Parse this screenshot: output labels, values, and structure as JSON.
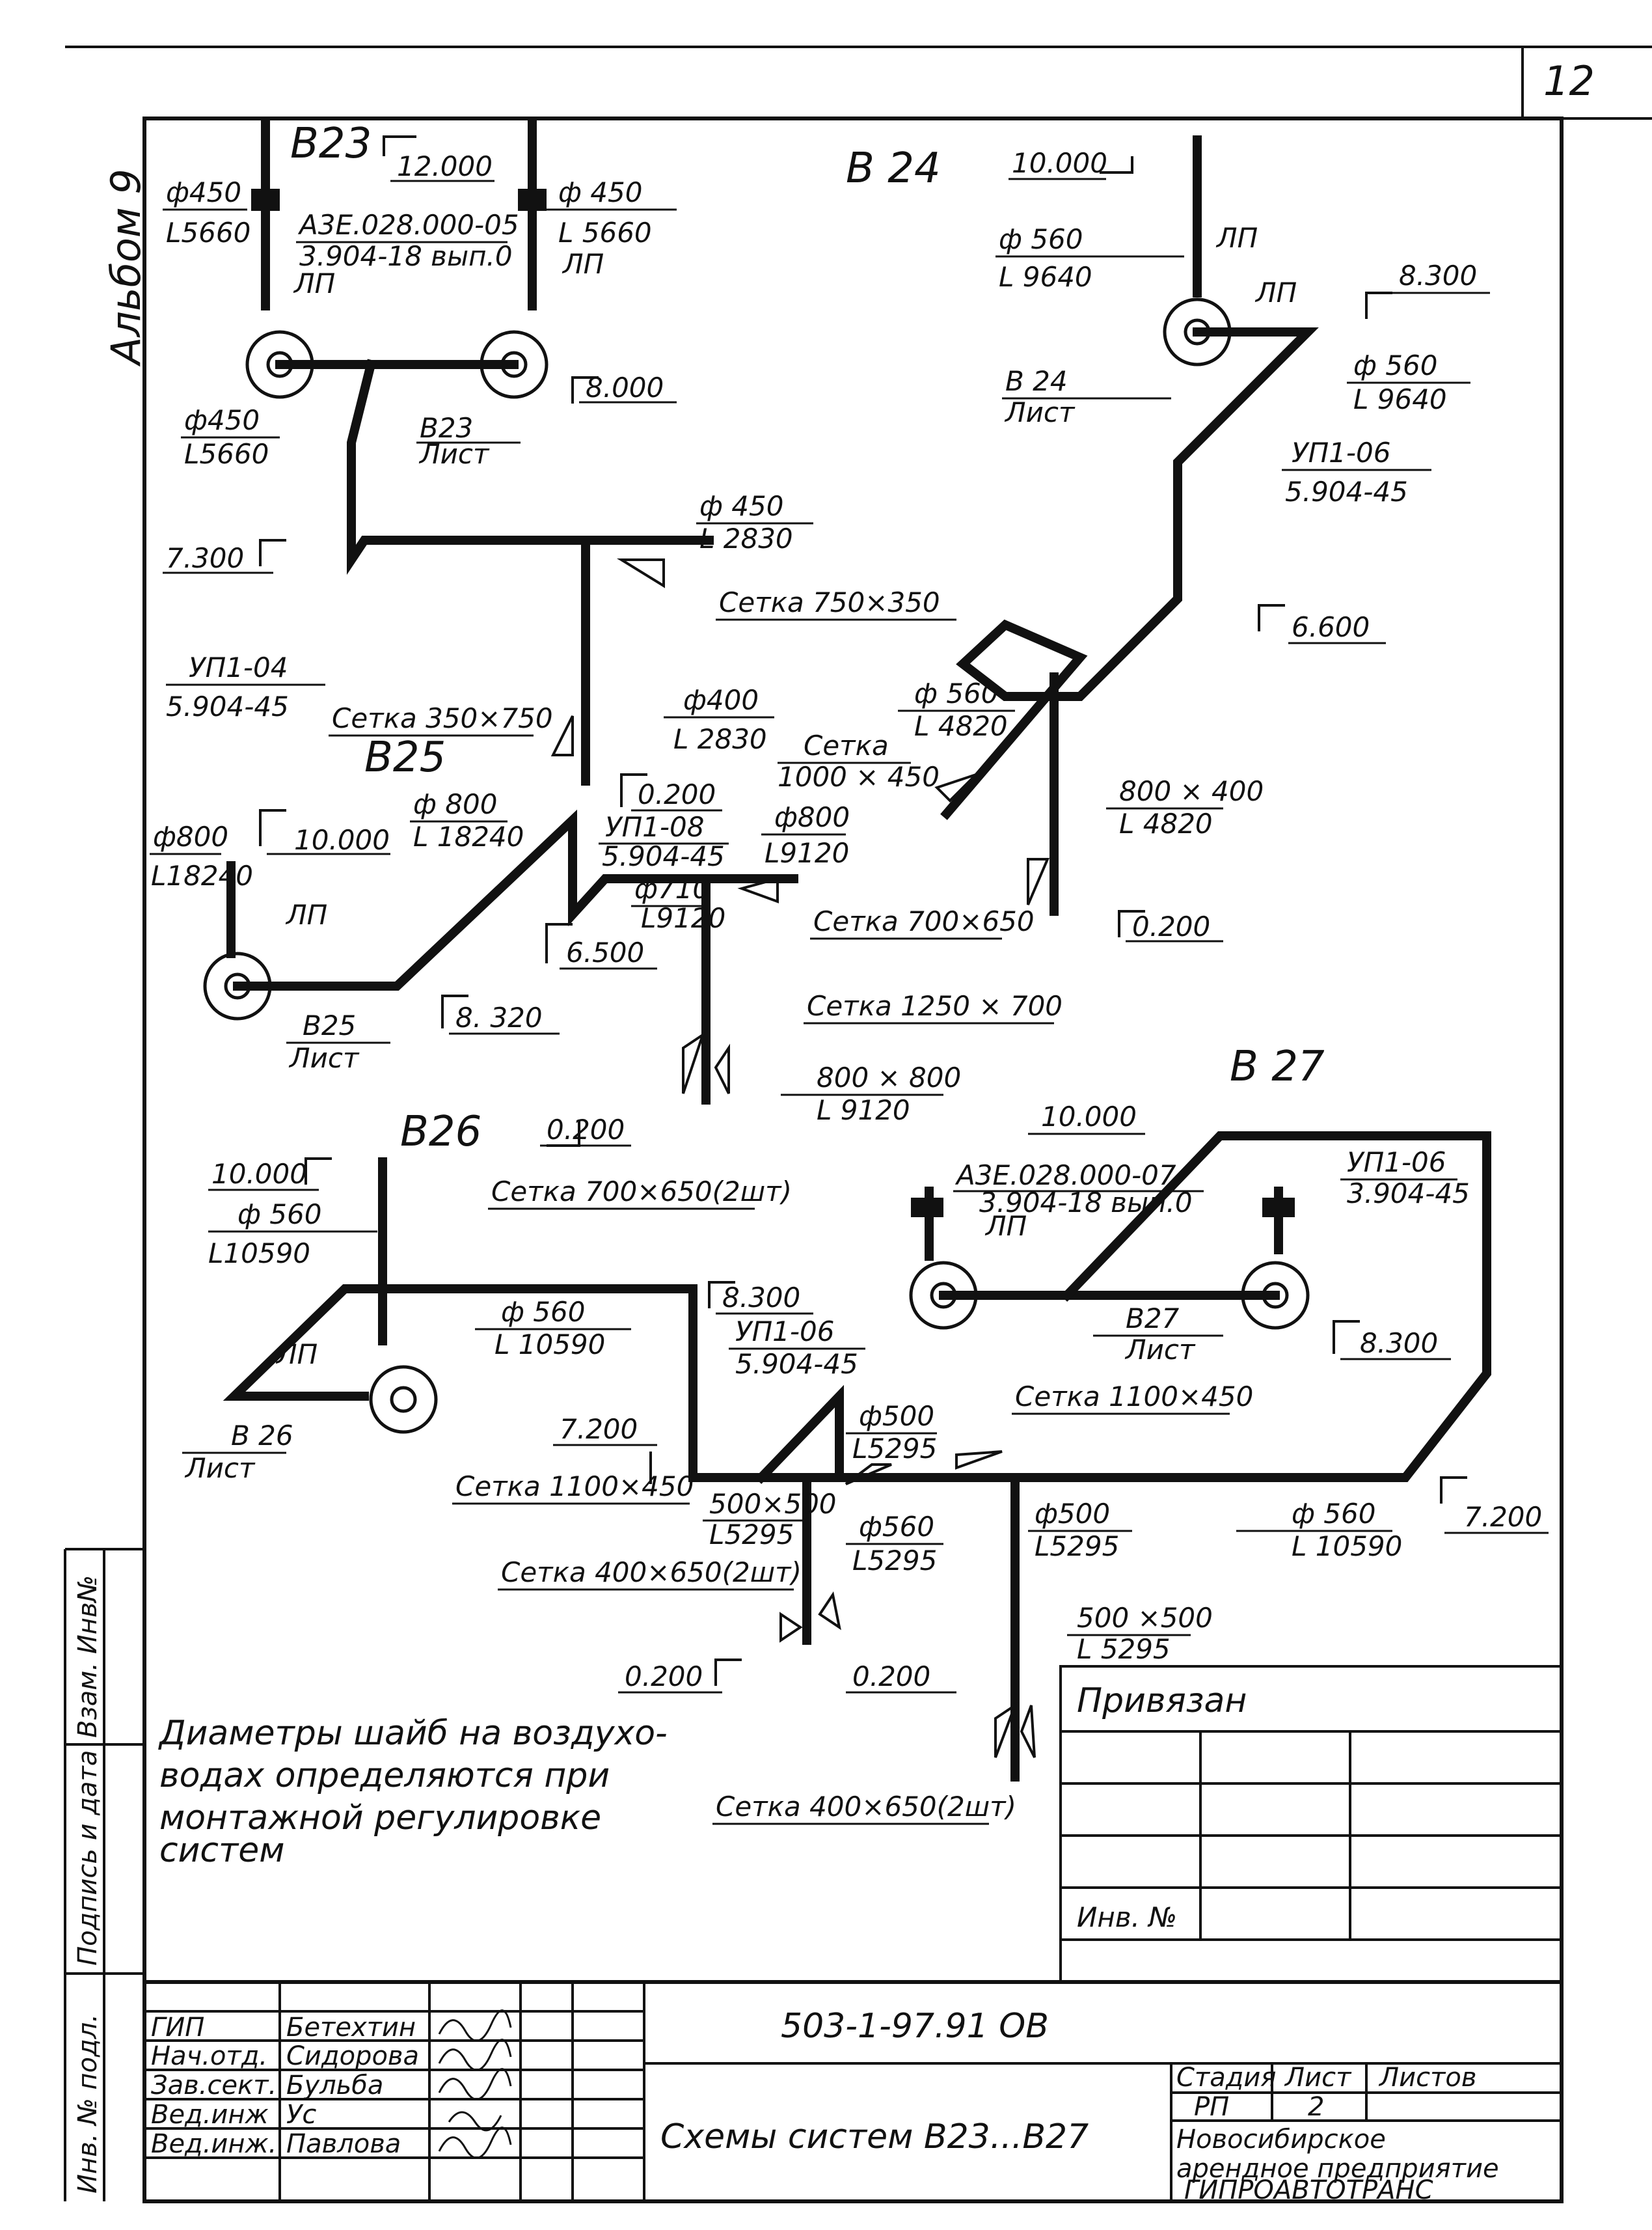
{
  "sheet": {
    "page_number": "12",
    "album": "Альбом 9",
    "side_labels": [
      "Взам. Инв№",
      "Подпись и дата",
      "Инв. № подл."
    ]
  },
  "systems": {
    "b23": "В23",
    "b24": "В 24",
    "b25": "В25",
    "b26": "В26",
    "b27": "В 27"
  },
  "labels": {
    "elev_12000": "12.000",
    "b23_phi_left": "ф450",
    "b23_L_left": "L5660",
    "b23_a3e": "А3Е.028.000-05",
    "b23_a3e_2": "3.904-18 вып.0",
    "b23_phi_right": "ф 450",
    "b23_L_right": "L 5660",
    "lp": "ЛП",
    "elev_8000": "8.000",
    "b23_sheet": "В23",
    "b23_sheet2": "Лист",
    "b23_phi_low": "ф450",
    "b23_L_low": "L5660",
    "elev_7300": "7.300",
    "upl_04": "УП1-04",
    "upl_04_2": "5.904-45",
    "setka_350": "Сетка 350×750",
    "phi_450_mid": "ф 450",
    "L_2830_mid": "L 2830",
    "setka_750": "Сетка 750×350",
    "phi_400": "ф400",
    "L_2830_b": "L 2830",
    "b24_elev_10000": "10.000",
    "b24_phi": "ф 560",
    "b24_L": "L 9640",
    "b24_elev_8300": "8.300",
    "b24_phi2": "ф 560",
    "b24_L2": "L 9640",
    "b24_sheet": "В 24",
    "b24_sheet2": "Лист",
    "upl_06_a": "УП1-06",
    "upl_06_a2": "5.904-45",
    "elev_6600": "6.600",
    "b24_phi3": "ф 560",
    "b24_L3": "L 4820",
    "setka_1000": "Сетка",
    "setka_1000_2": "1000 × 450",
    "b24_800_400": "800 × 400",
    "b24_L4": "L 4820",
    "setka_700_650_a": "Сетка 700×650",
    "elev_0200_a": "0.200",
    "b25_elev_10000": "10.000",
    "b25_phi_left": "ф800",
    "b25_L_left": "L18240",
    "b25_phi_mid": "ф 800",
    "b25_L_mid": "L 18240",
    "b25_elev_0200": "0.200",
    "upl_08": "УП1-08",
    "upl_08_2": "5.904-45",
    "b25_phi_r": "ф800",
    "b25_L_r": "L9120",
    "b25_phi710": "ф710",
    "b25_L9120": "L9120",
    "elev_6500": "6.500",
    "elev_8320": "8. 320",
    "b25_sheet": "В25",
    "b25_sheet2": "Лист",
    "setka_1250": "Сетка 1250 × 700",
    "b25_800_800": "800 × 800",
    "b25_L9120b": "L 9120",
    "b26_elev_0200": "0.200",
    "setka_700_650_b": "Сетка 700×650(2шт)",
    "b26_elev_10000": "10.000",
    "b26_phi": "ф 560",
    "b26_L": "L10590",
    "b26_phi2": "ф 560",
    "b26_L2": "L 10590",
    "b26_elev_8300": "8.300",
    "upl_06_b": "УП1-06",
    "upl_06_b2": "5.904-45",
    "b26_sheet": "В 26",
    "b26_sheet2": "Лист",
    "elev_7200_a": "7.200",
    "setka_1100_a": "Сетка 1100×450",
    "b26_500_500": "500×500",
    "b26_L5295": "L5295",
    "b26_phi560": "ф560",
    "b26_L5295b": "L5295",
    "b26_phi500": "ф500",
    "b26_L5295c": "L5295",
    "setka_400_a": "Сетка 400×650(2шт)",
    "elev_0200_b": "0.200",
    "elev_0200_c": "0.200",
    "b27_elev_10000": "10.000",
    "b27_a3e": "А3Е.028.000-07",
    "b27_a3e_2": "3.904-18 вып.0",
    "upl_06_c": "УП1-06",
    "upl_06_c2": "3.904-45",
    "b27_sheet": "В27",
    "b27_sheet2": "Лист",
    "b27_elev_8300": "8.300",
    "setka_1100_b": "Сетка 1100×450",
    "b27_phi500": "ф500",
    "b27_L5295": "L5295",
    "b27_phi560": "ф 560",
    "b27_L10590": "L 10590",
    "elev_7200_b": "7.200",
    "b27_500_500": "500 ×500",
    "b27_L5295b": "L 5295",
    "setka_400_b": "Сетка 400×650(2шт)"
  },
  "note": {
    "line1": "Диаметры шайб на воздухо-",
    "line2": "водах определяются при",
    "line3": "монтажной регулировке",
    "line4": "систем"
  },
  "stamp": {
    "privyazan": "Привязан",
    "inv_no": "Инв. №",
    "doc_code": "503-1-97.91   ОВ",
    "title": "Схемы систем В23...В27",
    "stage_h": "Стадия",
    "sheet_h": "Лист",
    "sheets_h": "Листов",
    "stage": "РП",
    "sheet": "2",
    "org1": "Новосибирское",
    "org2": "арендное предприятие",
    "org3": "ГИПРОАВТОТРАНС",
    "roles": [
      "ГИП",
      "Нач.отд.",
      "Зав.сект.",
      "Вед.инж",
      "Вед.инж."
    ],
    "names": [
      "Бетехтин",
      "Сидорова",
      "Бульба",
      "Ус",
      "Павлова"
    ]
  }
}
